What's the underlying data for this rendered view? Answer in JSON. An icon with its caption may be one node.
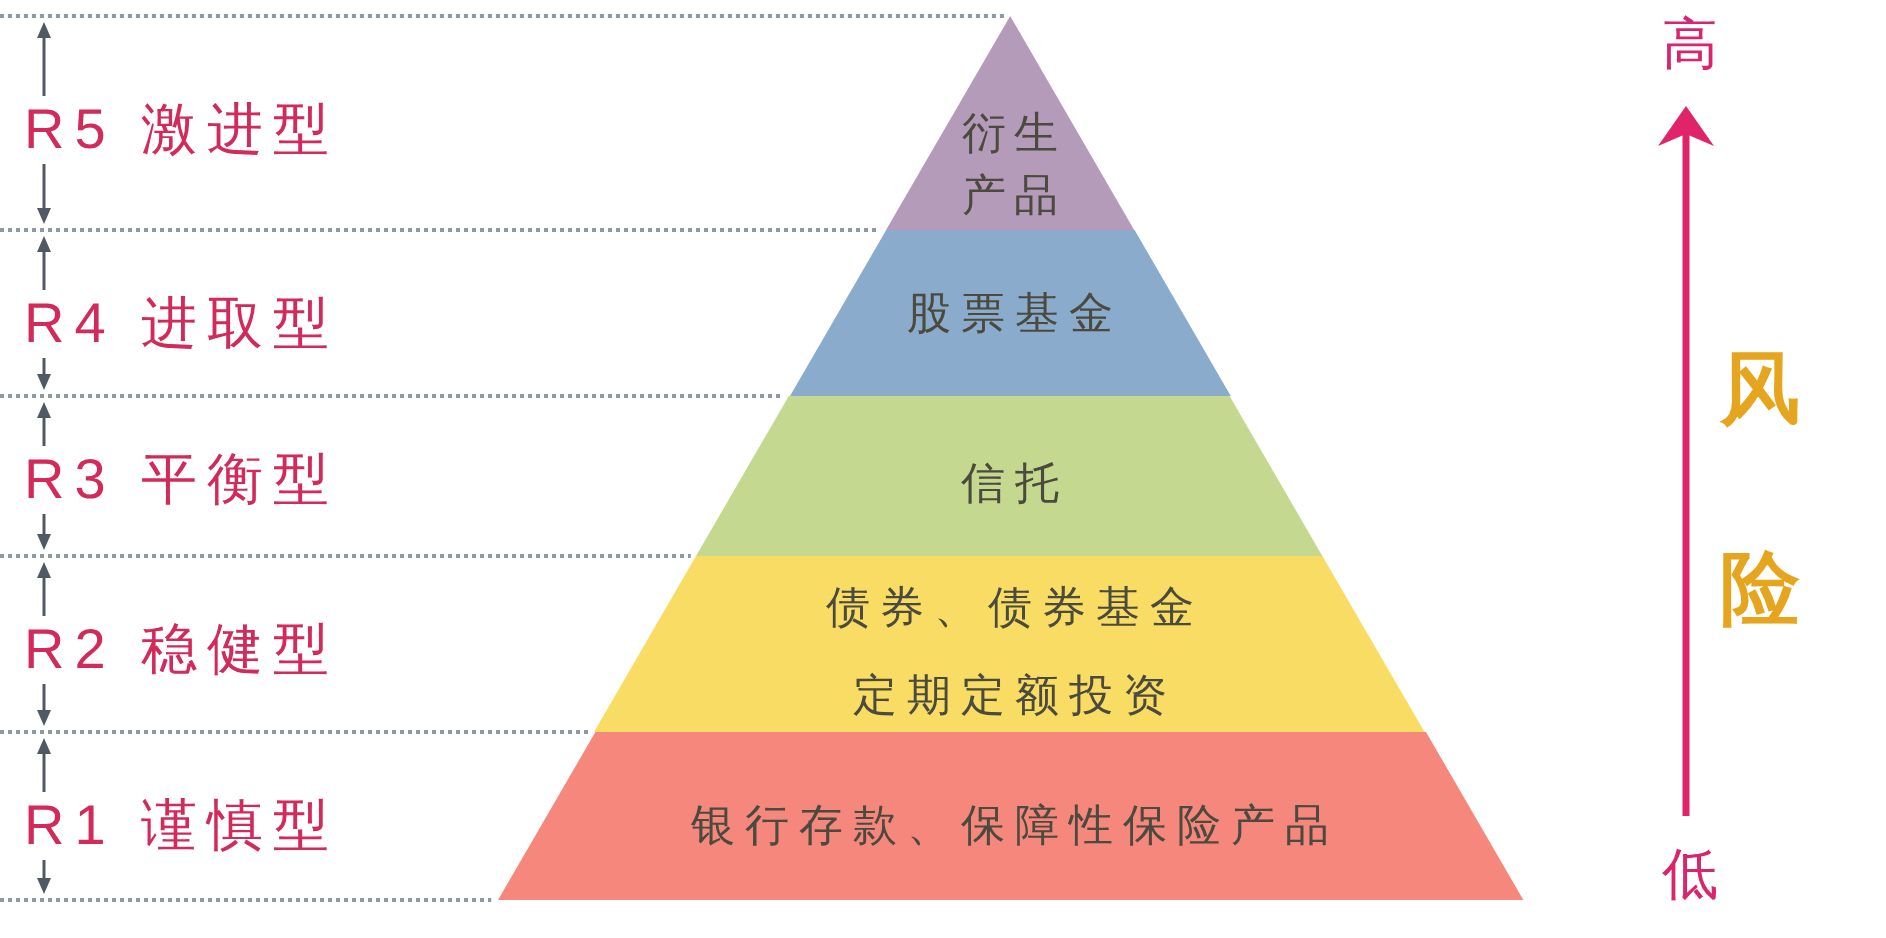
{
  "diagram": {
    "nodes": [
      {
        "text": [
          "衍生产品"
        ]
      },
      {
        "text": [
          "股票基金"
        ]
      },
      {
        "text": [
          "信托"
        ]
      },
      {
        "text": [
          "债券、债券基金",
          "定期定额投资"
        ]
      },
      {
        "text": [
          "银行存款、保障性保险产品"
        ]
      }
    ],
    "labels": [
      "R5 激进型",
      "R4 进取型",
      "R3 平衡型",
      "R2 稳健型",
      "R1 谨慎型",
      "高",
      "风险",
      "低"
    ]
  }
}
